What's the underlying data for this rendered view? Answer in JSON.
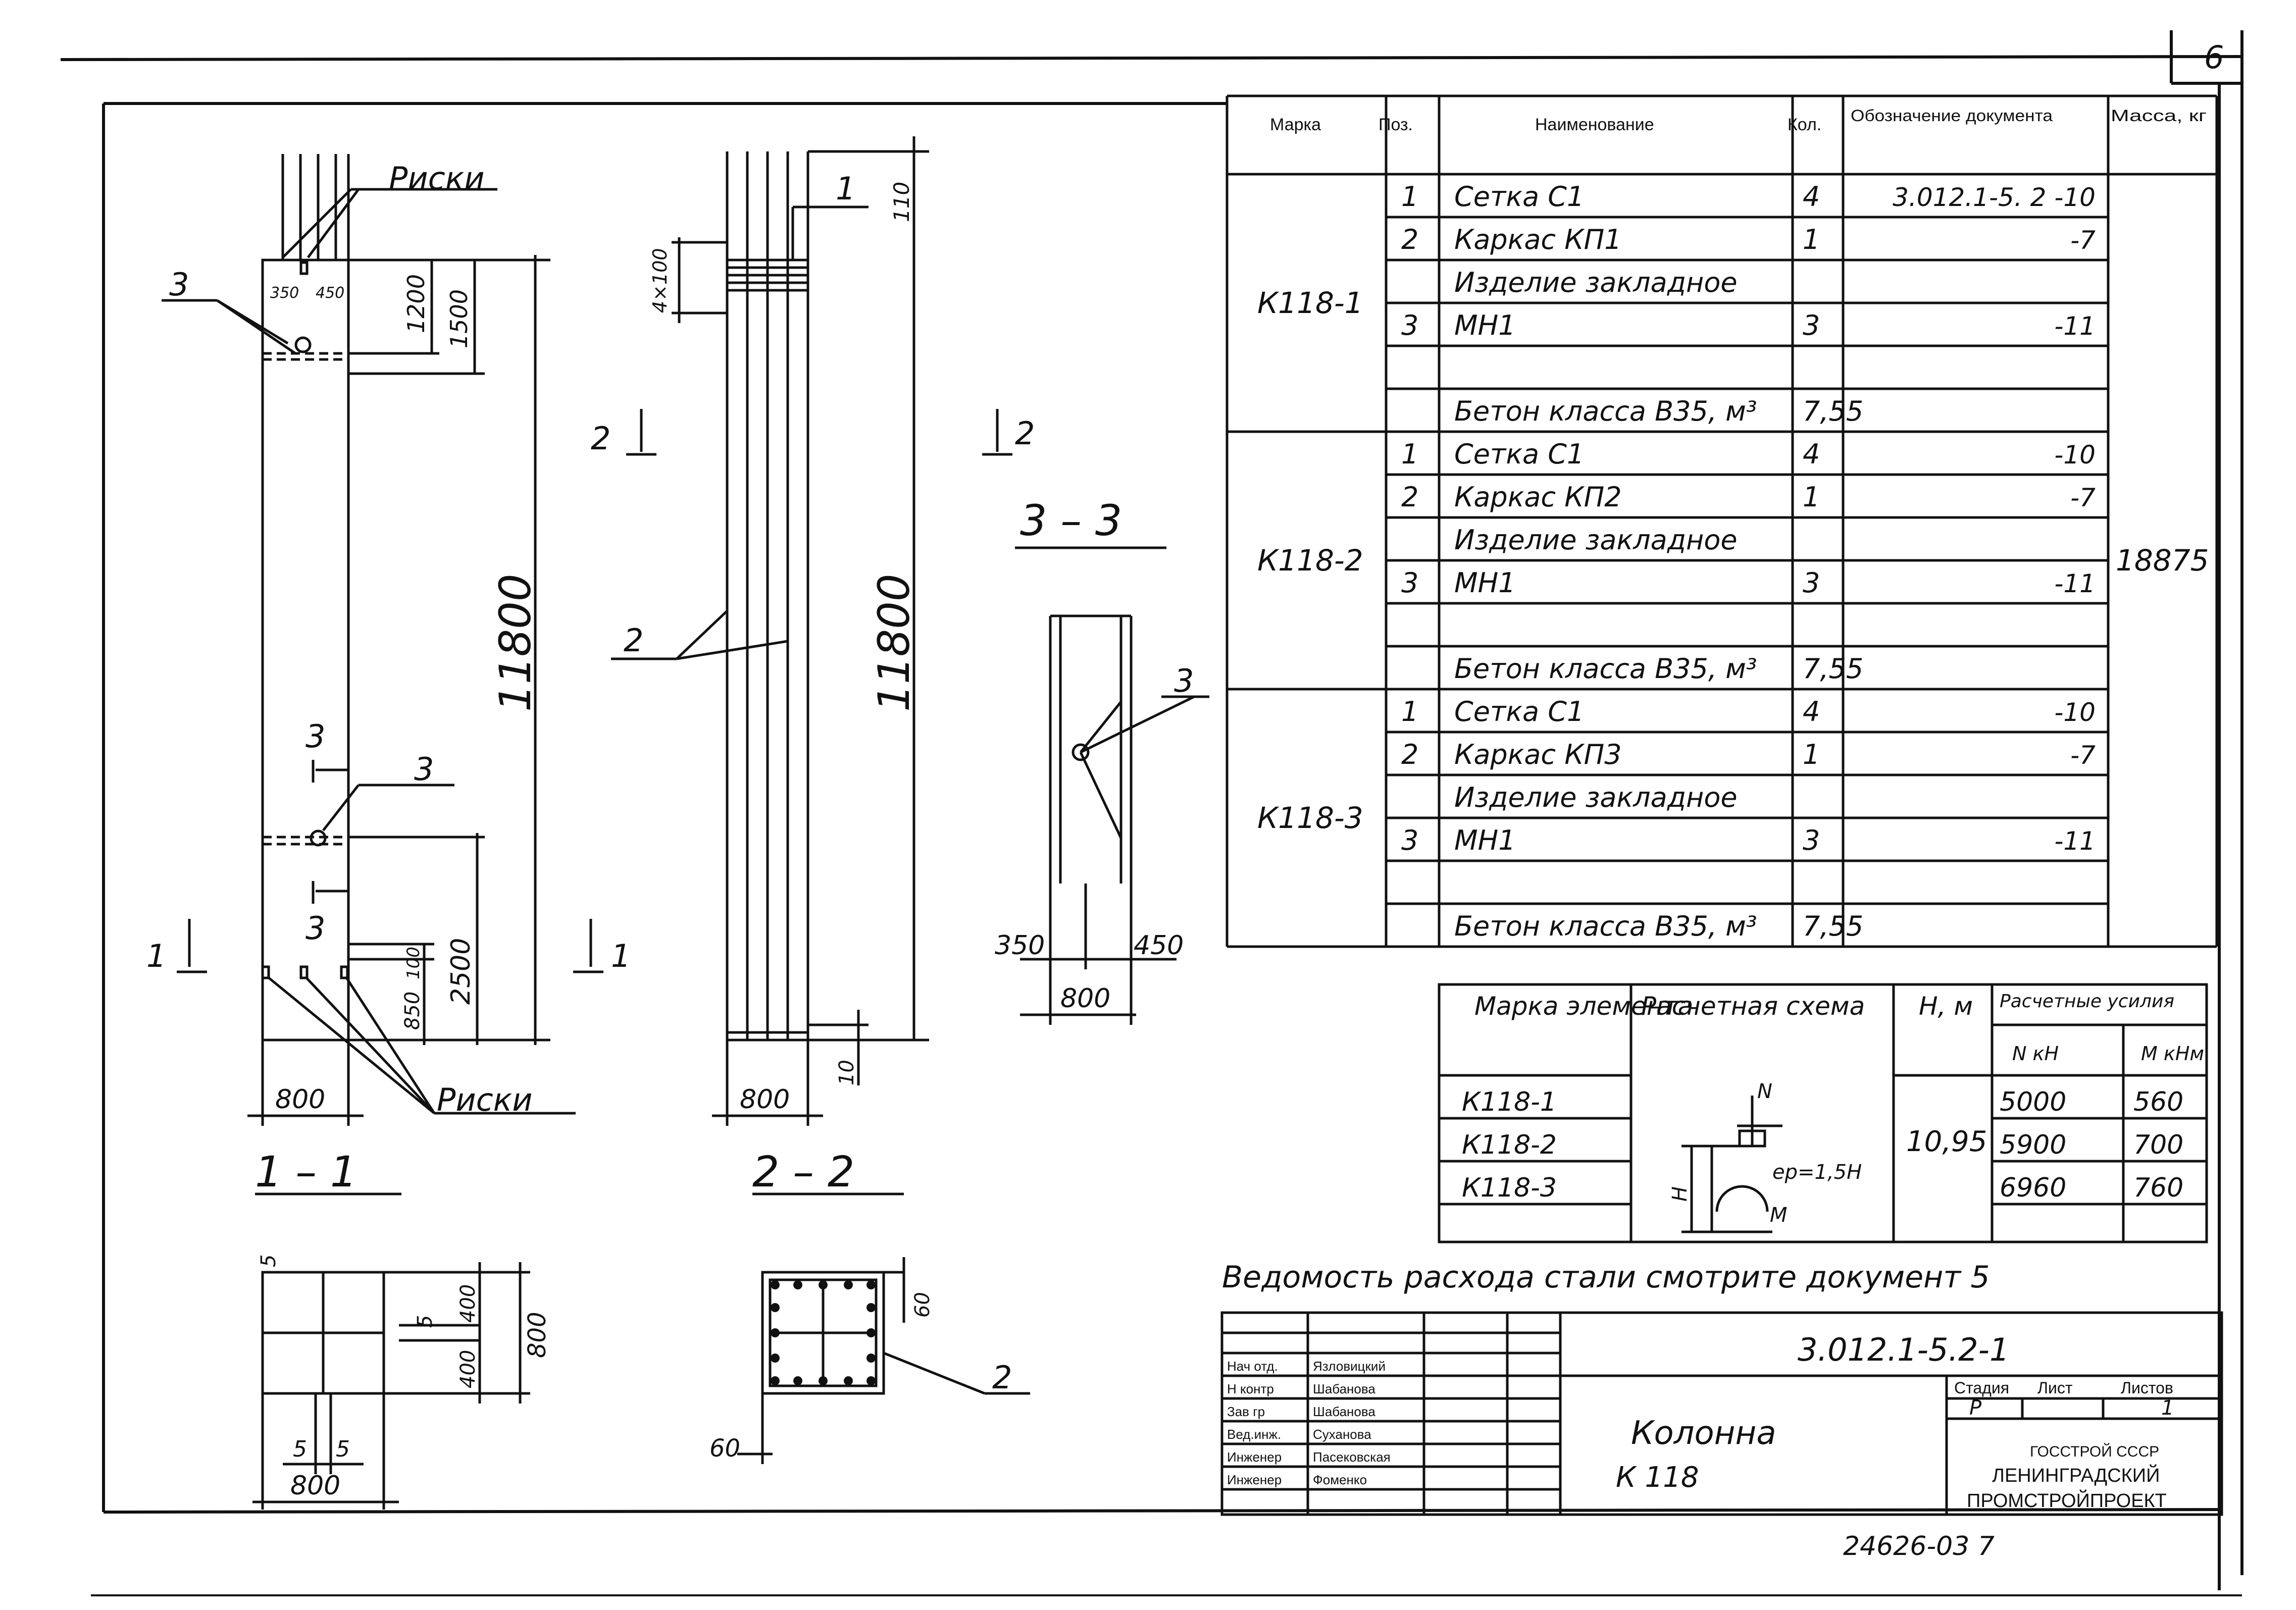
{
  "sheet_number": "6",
  "drawing": {
    "ticks_label": "Риски",
    "dim_11800": "11800",
    "dim_1200": "1200",
    "dim_1500": "1500",
    "dim_2500": "2500",
    "dim_100": "100",
    "dim_850": "850",
    "dim_800": "800",
    "dim_350": "350",
    "dim_450": "450",
    "dim_110": "110",
    "dim_4x100": "4×100",
    "dim_10": "10",
    "dim_400": "400",
    "dim_5": "5",
    "dim_60": "60",
    "mark_1": "1",
    "mark_2": "2",
    "mark_3": "3",
    "section_1_1": "1 – 1",
    "section_2_2": "2 – 2",
    "section_3_3": "3 – 3"
  },
  "spec": {
    "headers": [
      "Марка",
      "Поз.",
      "Наименование",
      "Кол.",
      "Обозначение документа",
      "Масса, кг"
    ],
    "groups": [
      {
        "mark": "К118-1",
        "rows": [
          {
            "pos": "1",
            "name": "Сетка    С1",
            "qty": "4",
            "doc": "3.012.1-5. 2  -10"
          },
          {
            "pos": "2",
            "name": "Каркас   КП1",
            "qty": "1",
            "doc": "-7"
          },
          {
            "pos": "",
            "name": "Изделие  закладное",
            "qty": "",
            "doc": ""
          },
          {
            "pos": "3",
            "name": "МН1",
            "qty": "3",
            "doc": "-11"
          },
          {
            "pos": "",
            "name": "",
            "qty": "",
            "doc": ""
          },
          {
            "pos": "",
            "name": "Бетон класса В35, м³",
            "qty": "7,55",
            "doc": ""
          }
        ]
      },
      {
        "mark": "К118-2",
        "rows": [
          {
            "pos": "1",
            "name": "Сетка    С1",
            "qty": "4",
            "doc": "-10"
          },
          {
            "pos": "2",
            "name": "Каркас   КП2",
            "qty": "1",
            "doc": "-7"
          },
          {
            "pos": "",
            "name": "Изделие  закладное",
            "qty": "",
            "doc": ""
          },
          {
            "pos": "3",
            "name": "МН1",
            "qty": "3",
            "doc": "-11"
          },
          {
            "pos": "",
            "name": "",
            "qty": "",
            "doc": ""
          },
          {
            "pos": "",
            "name": "Бетон класса В35, м³",
            "qty": "7,55",
            "doc": ""
          }
        ]
      },
      {
        "mark": "К118-3",
        "rows": [
          {
            "pos": "1",
            "name": "Сетка    С1",
            "qty": "4",
            "doc": "-10"
          },
          {
            "pos": "2",
            "name": "Каркас   КП3",
            "qty": "1",
            "doc": "-7"
          },
          {
            "pos": "",
            "name": "Изделие  закладное",
            "qty": "",
            "doc": ""
          },
          {
            "pos": "3",
            "name": "МН1",
            "qty": "3",
            "doc": "-11"
          },
          {
            "pos": "",
            "name": "",
            "qty": "",
            "doc": ""
          },
          {
            "pos": "",
            "name": "Бетон класса В35, м³",
            "qty": "7,55",
            "doc": ""
          }
        ]
      }
    ],
    "mass": "18875"
  },
  "loads": {
    "header_mark": "Марка элемента",
    "header_scheme": "Расчетная схема",
    "header_h": "H, м",
    "header_forces": "Расчетные усилия",
    "header_n": "N кН",
    "header_m": "M кНм",
    "h_value": "10,95",
    "scheme_n": "N",
    "scheme_m": "M",
    "scheme_h": "H",
    "scheme_e": "ер=1,5H",
    "rows": [
      {
        "mark": "К118-1",
        "n": "5000",
        "m": "560"
      },
      {
        "mark": "К118-2",
        "n": "5900",
        "m": "700"
      },
      {
        "mark": "К118-3",
        "n": "6960",
        "m": "760"
      }
    ]
  },
  "note": "Ведомость расхода стали смотрите документ   5",
  "title_block": {
    "doc_code": "3.012.1-5.2-1",
    "title_line1": "Колонна",
    "title_line2": "К 118",
    "stage_label": "Стадия",
    "sheet_label": "Лист",
    "sheets_label": "Листов",
    "stage": "Р",
    "sheets": "1",
    "org1": "ГОССТРОЙ СССР",
    "org2": "ЛЕНИНГРАДСКИЙ",
    "org3": "ПРОМСТРОЙПРОЕКТ",
    "staff": [
      {
        "role": "Нач отд.",
        "name": "Язловицкий"
      },
      {
        "role": "Н контр",
        "name": "Шабанова"
      },
      {
        "role": "Зав гр",
        "name": "Шабанова"
      },
      {
        "role": "Вед.инж.",
        "name": "Суханова"
      },
      {
        "role": "Инженер",
        "name": "Пасековская"
      },
      {
        "role": "Инженер",
        "name": "Фоменко"
      }
    ]
  },
  "footer_code": "24626-03   7"
}
